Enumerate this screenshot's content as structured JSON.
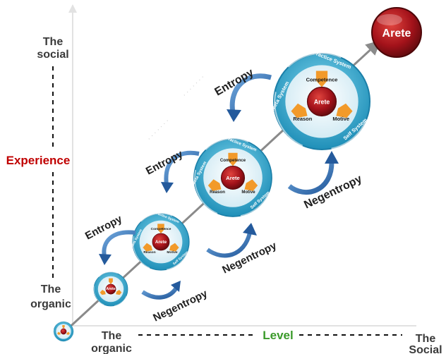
{
  "axis": {
    "y_top": [
      "The",
      "social"
    ],
    "y_mid": "Experience",
    "y_bottom": [
      "The",
      "organic"
    ],
    "x_left": [
      "The",
      "organic"
    ],
    "x_mid": "Level",
    "x_right": [
      "The",
      "Social"
    ]
  },
  "goal": "Arete",
  "flows": {
    "entropy": "Entropy",
    "negentropy": "Negentropy"
  },
  "wheel": {
    "core": "Arete",
    "top": "Competence",
    "left": "Reason",
    "right": "Motive",
    "ring_top": "Practice System",
    "ring_left": "Meta System",
    "ring_right": "Self System"
  },
  "colors": {
    "ring": "#2aa8cf",
    "core": "#b0141a",
    "arrow": "#2f6fb5",
    "petal": "#f29a2a"
  }
}
